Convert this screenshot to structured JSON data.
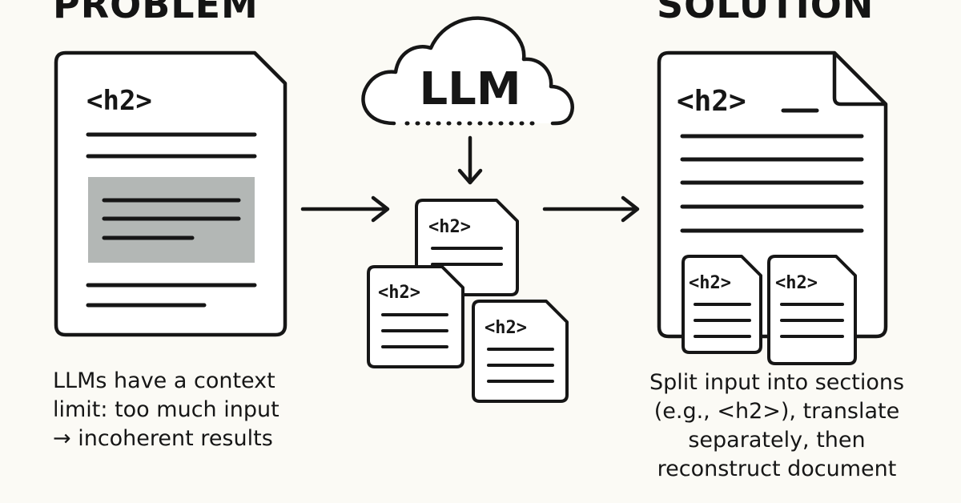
{
  "problem": {
    "heading": "PROBLEM",
    "caption": [
      "LLMs have a context",
      "limit: too much input",
      "→ incoherent results"
    ]
  },
  "solution": {
    "heading": "SOLUTION",
    "caption": [
      "Split input into sections",
      "(e.g., <h2>), translate",
      "separately, then",
      "reconstruct document"
    ]
  },
  "cloud_label": "LLM",
  "section_tag": "<h2>",
  "colors": {
    "background": "#fbfaf5",
    "ink": "#161616",
    "highlight_block": "#b3b7b5"
  },
  "icons": [
    "document-icon",
    "cloud-icon",
    "arrow-right-icon",
    "arrow-down-icon"
  ]
}
